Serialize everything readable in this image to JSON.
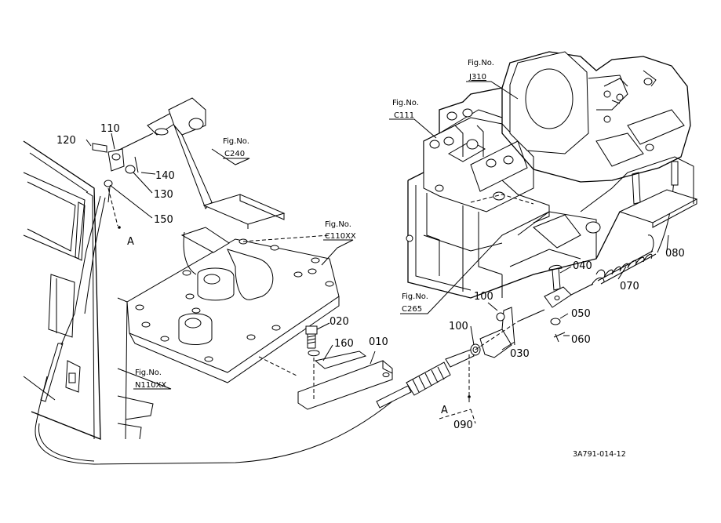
{
  "figure_refs": [
    {
      "id": "J310",
      "prefix": "Fig.No.",
      "code": "J310"
    },
    {
      "id": "C111",
      "prefix": "Fig.No.",
      "code": "C111"
    },
    {
      "id": "C240",
      "prefix": "Fig.No.",
      "code": "C240"
    },
    {
      "id": "C110XX",
      "prefix": "Fig.No.",
      "code": "C110XX"
    },
    {
      "id": "C265",
      "prefix": "Fig.No.",
      "code": "C265"
    },
    {
      "id": "N110XX",
      "prefix": "Fig.No.",
      "code": "N110XX"
    }
  ],
  "part_numbers": {
    "p010": "010",
    "p020": "020",
    "p030": "030",
    "p040": "040",
    "p050": "050",
    "p060": "060",
    "p070": "070",
    "p080": "080",
    "p090": "090",
    "p100a": "100",
    "p100b": "100",
    "p110": "110",
    "p120": "120",
    "p130": "130",
    "p140": "140",
    "p150": "150",
    "p160": "160"
  },
  "markers": {
    "a_left": "A",
    "a_bottom": "A"
  },
  "document_code": "3A791-014-12"
}
